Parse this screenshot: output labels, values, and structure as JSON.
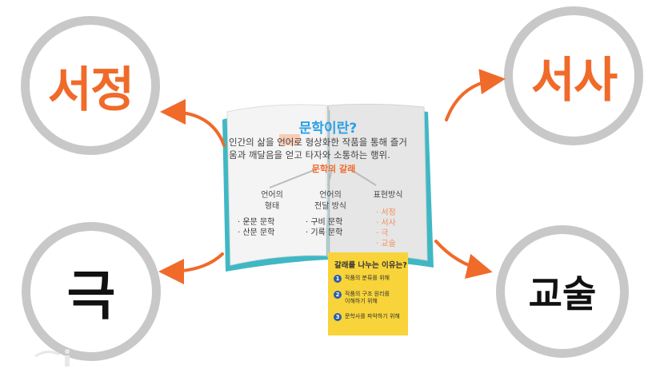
{
  "genres": {
    "top_left": "서정",
    "top_right": "서사",
    "bottom_left": "극",
    "bottom_right": "교술"
  },
  "book": {
    "title": "문학이란?",
    "definition_line1": "인간의 삶을 언어로 형상화한 작품을 통해 즐거",
    "definition_line2": "움과 깨달음을 얻고 타자와 소통하는 행위.",
    "branch_title": "문학의 갈래",
    "categories": [
      {
        "label_line1": "언어의",
        "label_line2": "형태",
        "items": [
          "· 운문 문학",
          "· 산문 문학"
        ]
      },
      {
        "label_line1": "언어의",
        "label_line2": "전달 방식",
        "items": [
          "· 구비 문학",
          "· 기록 문학"
        ]
      },
      {
        "label_line1": "표현방식",
        "label_line2": "",
        "items": [
          "· 서정",
          "· 서사",
          "· 극",
          "· 교술"
        ]
      }
    ]
  },
  "note": {
    "title": "갈래를 나누는 이유는?",
    "reasons": [
      {
        "num": "1",
        "text_line1": "작품의 분류를 위해",
        "text_line2": ""
      },
      {
        "num": "2",
        "text_line1": "작품의 구조 원리를",
        "text_line2": "이해하기 위해"
      },
      {
        "num": "3",
        "text_line1": "문학사를 파악하기 위해",
        "text_line2": ""
      }
    ]
  },
  "colors": {
    "accent_orange": "#f06a2a",
    "title_blue": "#2aa0e6",
    "ring_gray": "#c8c8c8",
    "book_teal": "#3fb8c4",
    "note_yellow": "#f8d43a",
    "number_blue": "#2a5ea8"
  }
}
